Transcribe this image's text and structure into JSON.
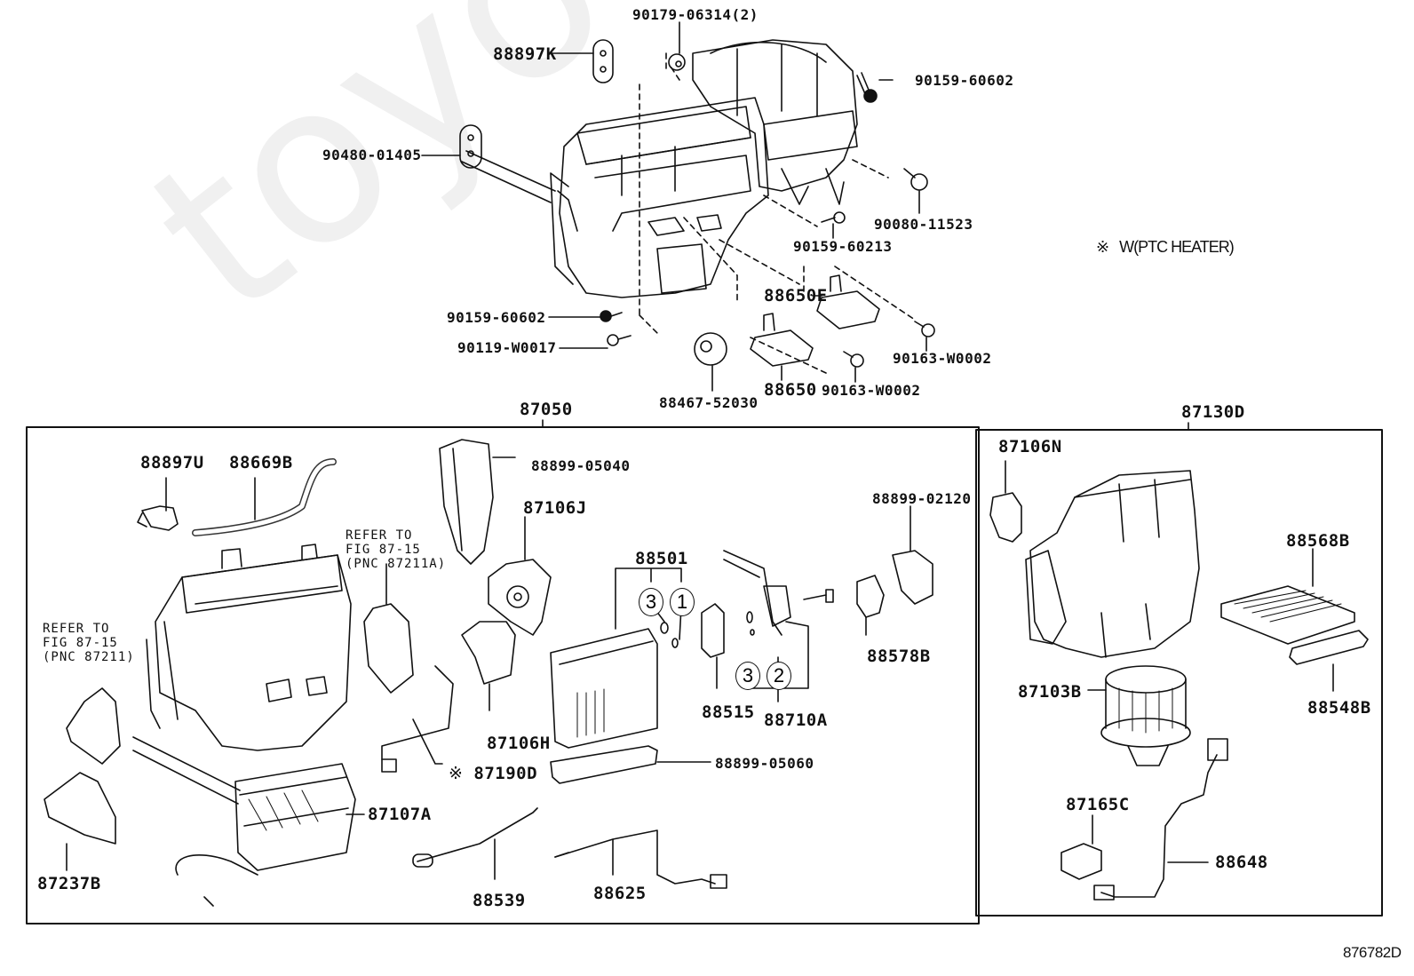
{
  "diagram": {
    "type": "exploded-parts-diagram",
    "subject": "Heater & Air Conditioner Unit",
    "figure_id": "876782D",
    "watermark": "toyota-carline.ru",
    "note": {
      "symbol": "※",
      "text": "W(PTC HEATER)"
    },
    "top_assembly": {
      "labels": {
        "p90179_06314": "90179-06314(2)",
        "p88897K": "88897K",
        "p90159_60602_top": "90159-60602",
        "p90480_01405": "90480-01405",
        "p90080_11523": "90080-11523",
        "p90159_60213": "90159-60213",
        "p88650E": "88650E",
        "p90159_60602_low": "90159-60602",
        "p90119_W0017": "90119-W0017",
        "p90163_W0002_a": "90163-W0002",
        "p90163_W0002_b": "90163-W0002",
        "p88650": "88650",
        "p88467_52030": "88467-52030"
      }
    },
    "box_left": {
      "title": "87050",
      "labels": {
        "p88897U": "88897U",
        "p88669B": "88669B",
        "p88899_05040": "88899-05040",
        "p87106J": "87106J",
        "p88899_02120": "88899-02120",
        "refer_a_line1": "REFER TO",
        "refer_a_line2": "FIG 87-15",
        "refer_a_line3": "(PNC 87211A)",
        "refer_b_line1": "REFER TO",
        "refer_b_line2": "FIG 87-15",
        "refer_b_line3": "(PNC 87211)",
        "p88501": "88501",
        "p88515": "88515",
        "p88710A": "88710A",
        "p88578B": "88578B",
        "p87106H": "87106H",
        "p87190D": "87190D",
        "p87190D_mark": "※",
        "p88899_05060": "88899-05060",
        "p87107A": "87107A",
        "p87237B": "87237B",
        "p88539": "88539",
        "p88625": "88625"
      },
      "callouts": {
        "c88501_a": "3",
        "c88501_b": "1",
        "c88710A_a": "3",
        "c88710A_b": "2"
      }
    },
    "box_right": {
      "title": "87130D",
      "labels": {
        "p87106N": "87106N",
        "p88568B": "88568B",
        "p87103B": "87103B",
        "p88548B": "88548B",
        "p87165C": "87165C",
        "p88648": "88648"
      }
    }
  }
}
